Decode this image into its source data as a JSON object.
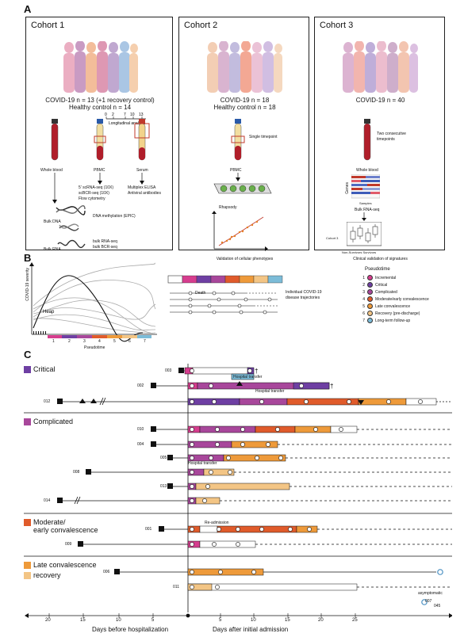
{
  "panels": {
    "a": "A",
    "b": "B",
    "c": "C"
  },
  "cohorts": {
    "c1": {
      "title": "Cohort 1",
      "covid_line": "COVID-19 n = 13 (+1 recovery control)",
      "healthy_line": "Healthy control n = 14",
      "timeline_ticks": [
        "0",
        "2",
        "7",
        "10",
        "13"
      ],
      "timeline_label": "Longitudinal analysis",
      "tube_whole_blood": "Whole blood",
      "tube_pbmc": "PBMC",
      "tube_serum": "Serum",
      "pbmc_assays": [
        "5' scRNA-seq (10X)",
        "scBCR-seq (10X)",
        "Flow cytometry"
      ],
      "serum_assays": [
        "Multiplex ELISA",
        "Antiviral antibodies"
      ],
      "bulk_dna": "Bulk DNA",
      "dna_methylation": "DNA methylation (EPIC)",
      "bulk_rna": "Bulk RNA",
      "rna_assays": [
        "bulk RNA-seq",
        "bulk BCR-seq"
      ]
    },
    "c2": {
      "title": "Cohort 2",
      "covid_line": "COVID-19 n = 18",
      "healthy_line": "Healthy control n = 18",
      "single_timepoint": "Single timepoint",
      "tube_pbmc": "PBMC",
      "rhapsody": "Rhapsody",
      "validation": "Validation of cellular phenotypes"
    },
    "c3": {
      "title": "Cohort 3",
      "covid_line": "COVID-19 n = 40",
      "timepoints": [
        "Two consecutive",
        "timepoints"
      ],
      "tube_whole_blood": "Whole blood",
      "heatmap_ylabel": "Genes",
      "heatmap_xlabel": "Samples",
      "bulk_rna": "Bulk RNA-seq",
      "boxplot_ylabel": "Cohort 3",
      "boxplot_xlabels": "Non-Survivors Survivors",
      "clinical": "Clinical validation of signatures"
    }
  },
  "panel_b": {
    "y_axis_label": "COVID-19 severity",
    "x_axis_label": "Pseudotime",
    "heap_label": "Heap",
    "death_label": "Death",
    "trajectory_label": [
      "Individual COVID-19",
      "disease trajectories"
    ],
    "pseudotime_ticks": [
      "1",
      "2",
      "3",
      "4",
      "5",
      "6",
      "7"
    ],
    "legend_title": "Pseudotime",
    "legend": [
      {
        "n": "1",
        "label": "Incremental",
        "color": "#d63d8e"
      },
      {
        "n": "2",
        "label": "Critical",
        "color": "#6e3fa3"
      },
      {
        "n": "3",
        "label": "Complicated",
        "color": "#a8479b"
      },
      {
        "n": "4",
        "label": "Moderate/early convalescence",
        "color": "#e05b2b"
      },
      {
        "n": "5",
        "label": "Late convalescence",
        "color": "#ee9a3a"
      },
      {
        "n": "6",
        "label": "Recovery (pre-discharge)",
        "color": "#f3c585"
      },
      {
        "n": "7",
        "label": "Long-term follow-up",
        "color": "#7cbcd8"
      }
    ]
  },
  "panel_c": {
    "groups": [
      {
        "name": "Critical",
        "color": "#6e3fa3"
      },
      {
        "name": "Complicated",
        "color": "#a8479b"
      },
      {
        "name": "Moderate/\nearly convalescence",
        "lines": [
          "Moderate/",
          "early convalescence"
        ],
        "color": "#e05b2b"
      },
      {
        "name": "Late convalescence",
        "color": "#ee9a3a"
      },
      {
        "name": "recovery",
        "color": "#f3c585"
      }
    ],
    "patients": [
      "003",
      "002",
      "012",
      "010",
      "004",
      "005",
      "008",
      "013",
      "014",
      "001",
      "009",
      "006",
      "011",
      "007",
      "045"
    ],
    "hospital_transfer": "Hospital transfer",
    "re_admission": "Re-admission",
    "asymptomatic": "asymptomatic",
    "x_ticks": [
      "20",
      "15",
      "10",
      "5",
      "5",
      "10",
      "15",
      "20",
      "25"
    ],
    "x_label_left": "Days before hospitalization",
    "x_label_right": "Days after initial admission"
  }
}
